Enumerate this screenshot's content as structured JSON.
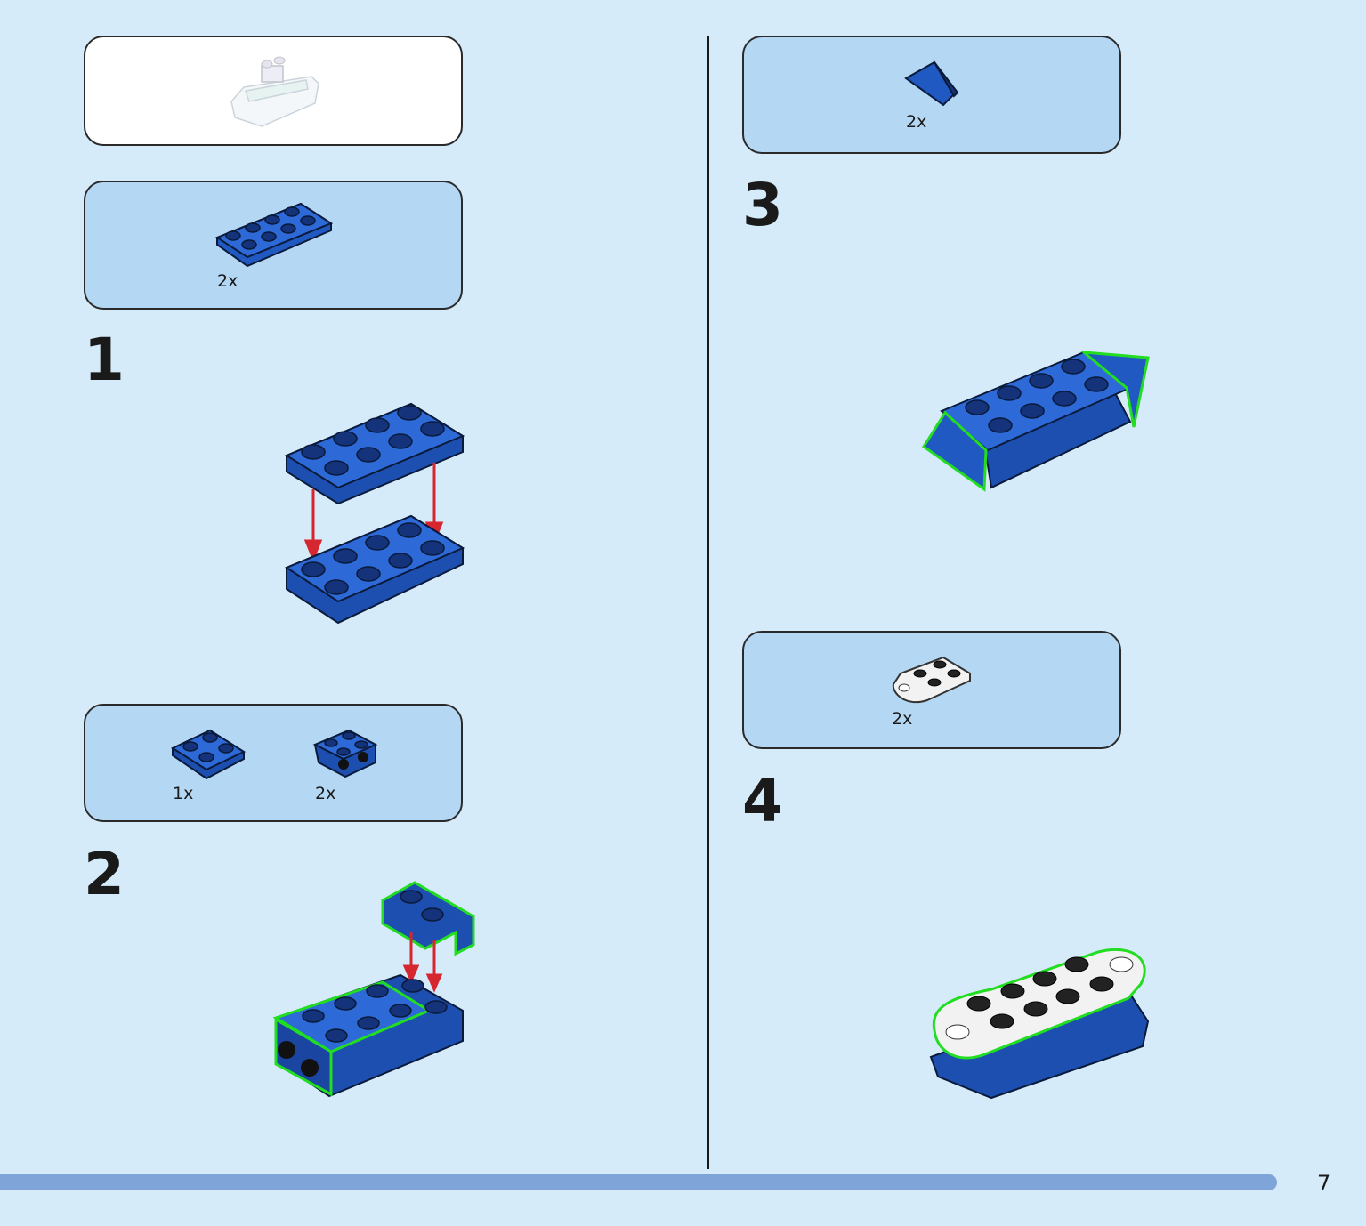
{
  "parts_callouts": [
    {
      "id": "step1-parts",
      "items": [
        {
          "part": "blue-2x4-plate",
          "qty": "2x"
        }
      ]
    },
    {
      "id": "step2-parts",
      "items": [
        {
          "part": "blue-2x2-plate",
          "qty": "1x"
        },
        {
          "part": "blue-2x2-bracket",
          "qty": "2x"
        }
      ]
    },
    {
      "id": "step3-parts",
      "items": [
        {
          "part": "blue-slope-wedge",
          "qty": "2x"
        }
      ]
    },
    {
      "id": "step4-parts",
      "items": [
        {
          "part": "white-round-end-plate",
          "qty": "2x"
        }
      ]
    }
  ],
  "steps": [
    {
      "number": "1"
    },
    {
      "number": "2"
    },
    {
      "number": "3"
    },
    {
      "number": "4"
    }
  ],
  "model_preview": {
    "icon": "boat-model-preview-icon"
  },
  "footer": {
    "page_number": "7"
  },
  "colors": {
    "background": "#d6ebf9",
    "callout_fill": "#b4d7f3",
    "brick_blue": "#2059c2",
    "brick_white": "#f2f2f2",
    "new_part_highlight": "#22dd22",
    "arrow": "#d62630",
    "progress_bar": "#7fa4d8"
  }
}
